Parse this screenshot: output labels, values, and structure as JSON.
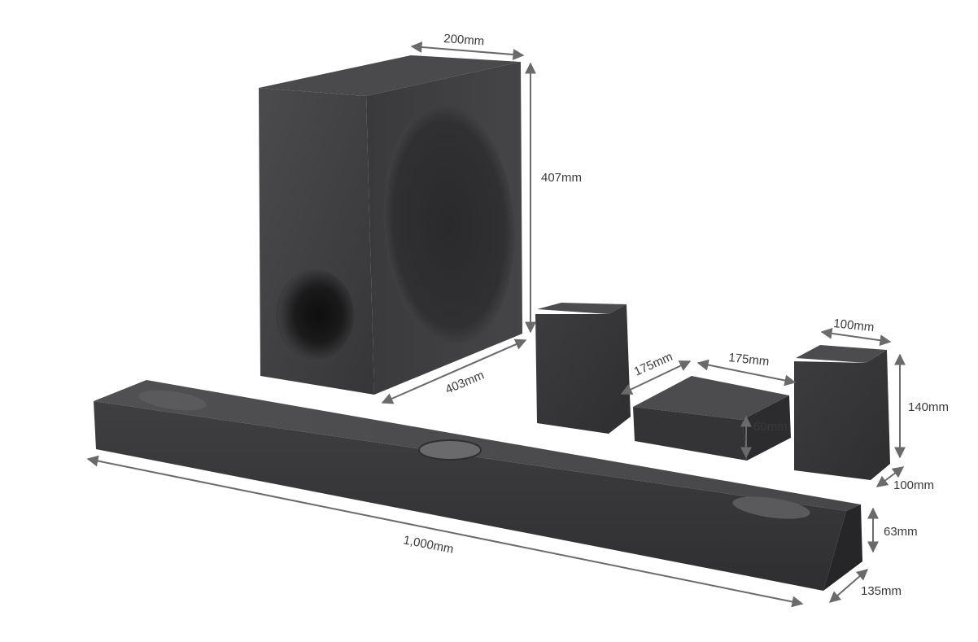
{
  "products": {
    "subwoofer": {
      "width_label": "200mm",
      "height_label": "407mm",
      "depth_label": "403mm"
    },
    "rear_speaker_left": {
      "depth_label": "175mm"
    },
    "wireless_receiver": {
      "width_label": "175mm",
      "height_label": "60mm"
    },
    "rear_speaker_right": {
      "width_label": "100mm",
      "height_label": "140mm",
      "depth_label": "100mm"
    },
    "soundbar": {
      "width_label": "1,000mm",
      "height_label": "63mm",
      "depth_label": "135mm"
    }
  },
  "colors": {
    "product_dark": "#3b3b3d",
    "product_mid": "#4a4a4c",
    "product_light": "#58585a",
    "dimension_line": "#6a6a6a",
    "label_text": "#3a3a3a"
  }
}
